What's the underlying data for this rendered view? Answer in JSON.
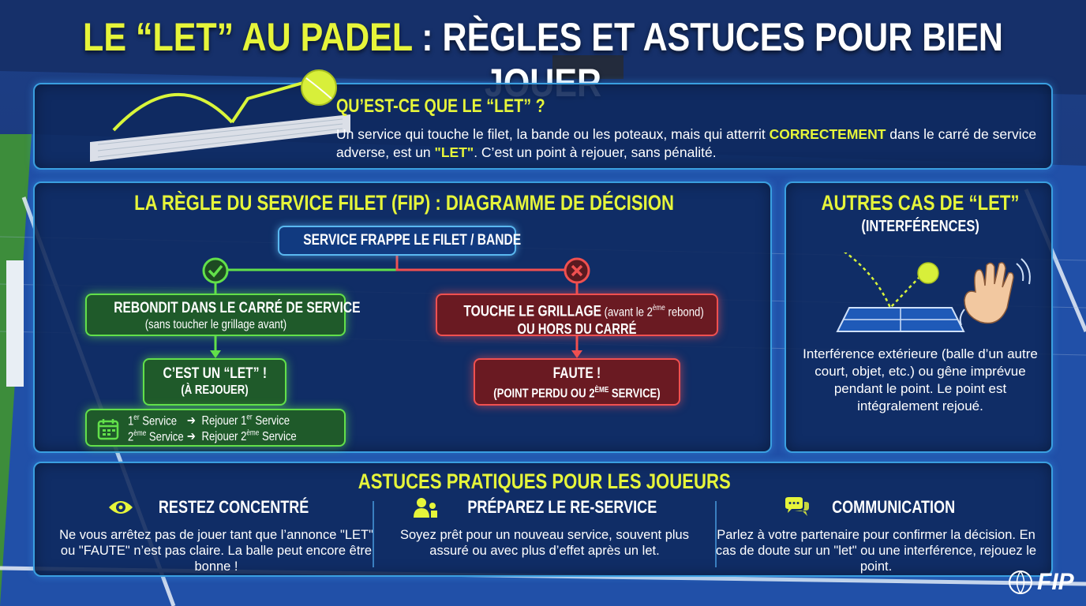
{
  "title": {
    "part1": "LE “LET” AU PADEL",
    "part2": " : RÈGLES ET ASTUCES POUR BIEN JOUER"
  },
  "what": {
    "title": "QU’EST-CE QUE LE “LET” ?",
    "text_a": "Un service qui touche le filet, la bande ou les poteaux, mais qui atterrit ",
    "text_hl1": "CORRECTEMENT",
    "text_b": " dans le carré de service adverse, est un ",
    "text_hl2": "\"LET\"",
    "text_c": ". C’est un point à rejouer, sans pénalité."
  },
  "diagram": {
    "title": "LA RÈGLE DU SERVICE FILET (FIP) : DIAGRAMME DE DÉCISION",
    "start": "SERVICE FRAPPE LE FILET / BANDE",
    "yes": {
      "line1": "REBONDIT DANS LE CARRÉ DE SERVICE",
      "line2": "(sans toucher le grillage avant)",
      "result1": "C’EST UN “LET” !",
      "result2": "(À REJOUER)",
      "row1_a_num": "1",
      "row1_a_sup": "er",
      "row1_a_txt": " Service",
      "row1_b_pre": "Rejouer 1",
      "row1_b_sup": "er",
      "row1_b_txt": " Service",
      "row2_a_num": "2",
      "row2_a_sup": "ème",
      "row2_a_txt": " Service",
      "row2_b_pre": "Rejouer 2",
      "row2_b_sup": "ème",
      "row2_b_txt": " Service"
    },
    "no": {
      "line1a": "TOUCHE LE GRILLAGE",
      "line1b": " (avant le 2",
      "line1sup": "ème",
      "line1c": " rebond)",
      "line2": "OU HORS DU CARRÉ",
      "result1": "FAUTE !",
      "result2a": "(POINT PERDU OU 2",
      "result2sup": "ÈME",
      "result2b": " SERVICE)"
    },
    "colors": {
      "yes": "#62e04a",
      "no": "#f05050",
      "start": "#5ab8f0"
    }
  },
  "other": {
    "title": "AUTRES CAS DE “LET”",
    "subtitle": "(INTERFÉRENCES)",
    "text": "Interférence extérieure (balle d’un autre court, objet, etc.) ou gêne imprévue pendant le point. Le point est intégralement rejoué."
  },
  "tips": {
    "title": "ASTUCES PRATIQUES POUR LES JOUEURS",
    "items": [
      {
        "icon": "eye-icon",
        "heading": "RESTEZ CONCENTRÉ",
        "text": "Ne vous arrêtez pas de jouer tant que l’annonce \"LET\" ou \"FAUTE\" n’est pas claire. La balle peut encore être bonne !"
      },
      {
        "icon": "player-icon",
        "heading": "PRÉPAREZ LE RE-SERVICE",
        "text": "Soyez prêt pour un nouveau service, souvent plus assuré ou avec plus d’effet après un let."
      },
      {
        "icon": "chat-icon",
        "heading": "COMMUNICATION",
        "text": "Parlez à votre partenaire pour confirmer la décision. En cas de doute sur un \"let\" ou une interférence, rejouez le point."
      }
    ]
  },
  "logo": {
    "text": "FIP"
  },
  "colors": {
    "accent": "#e6f53a",
    "panel_border": "#3a9fe0",
    "court_blue": "#1f4fa8",
    "grass": "#3a8a3a"
  }
}
